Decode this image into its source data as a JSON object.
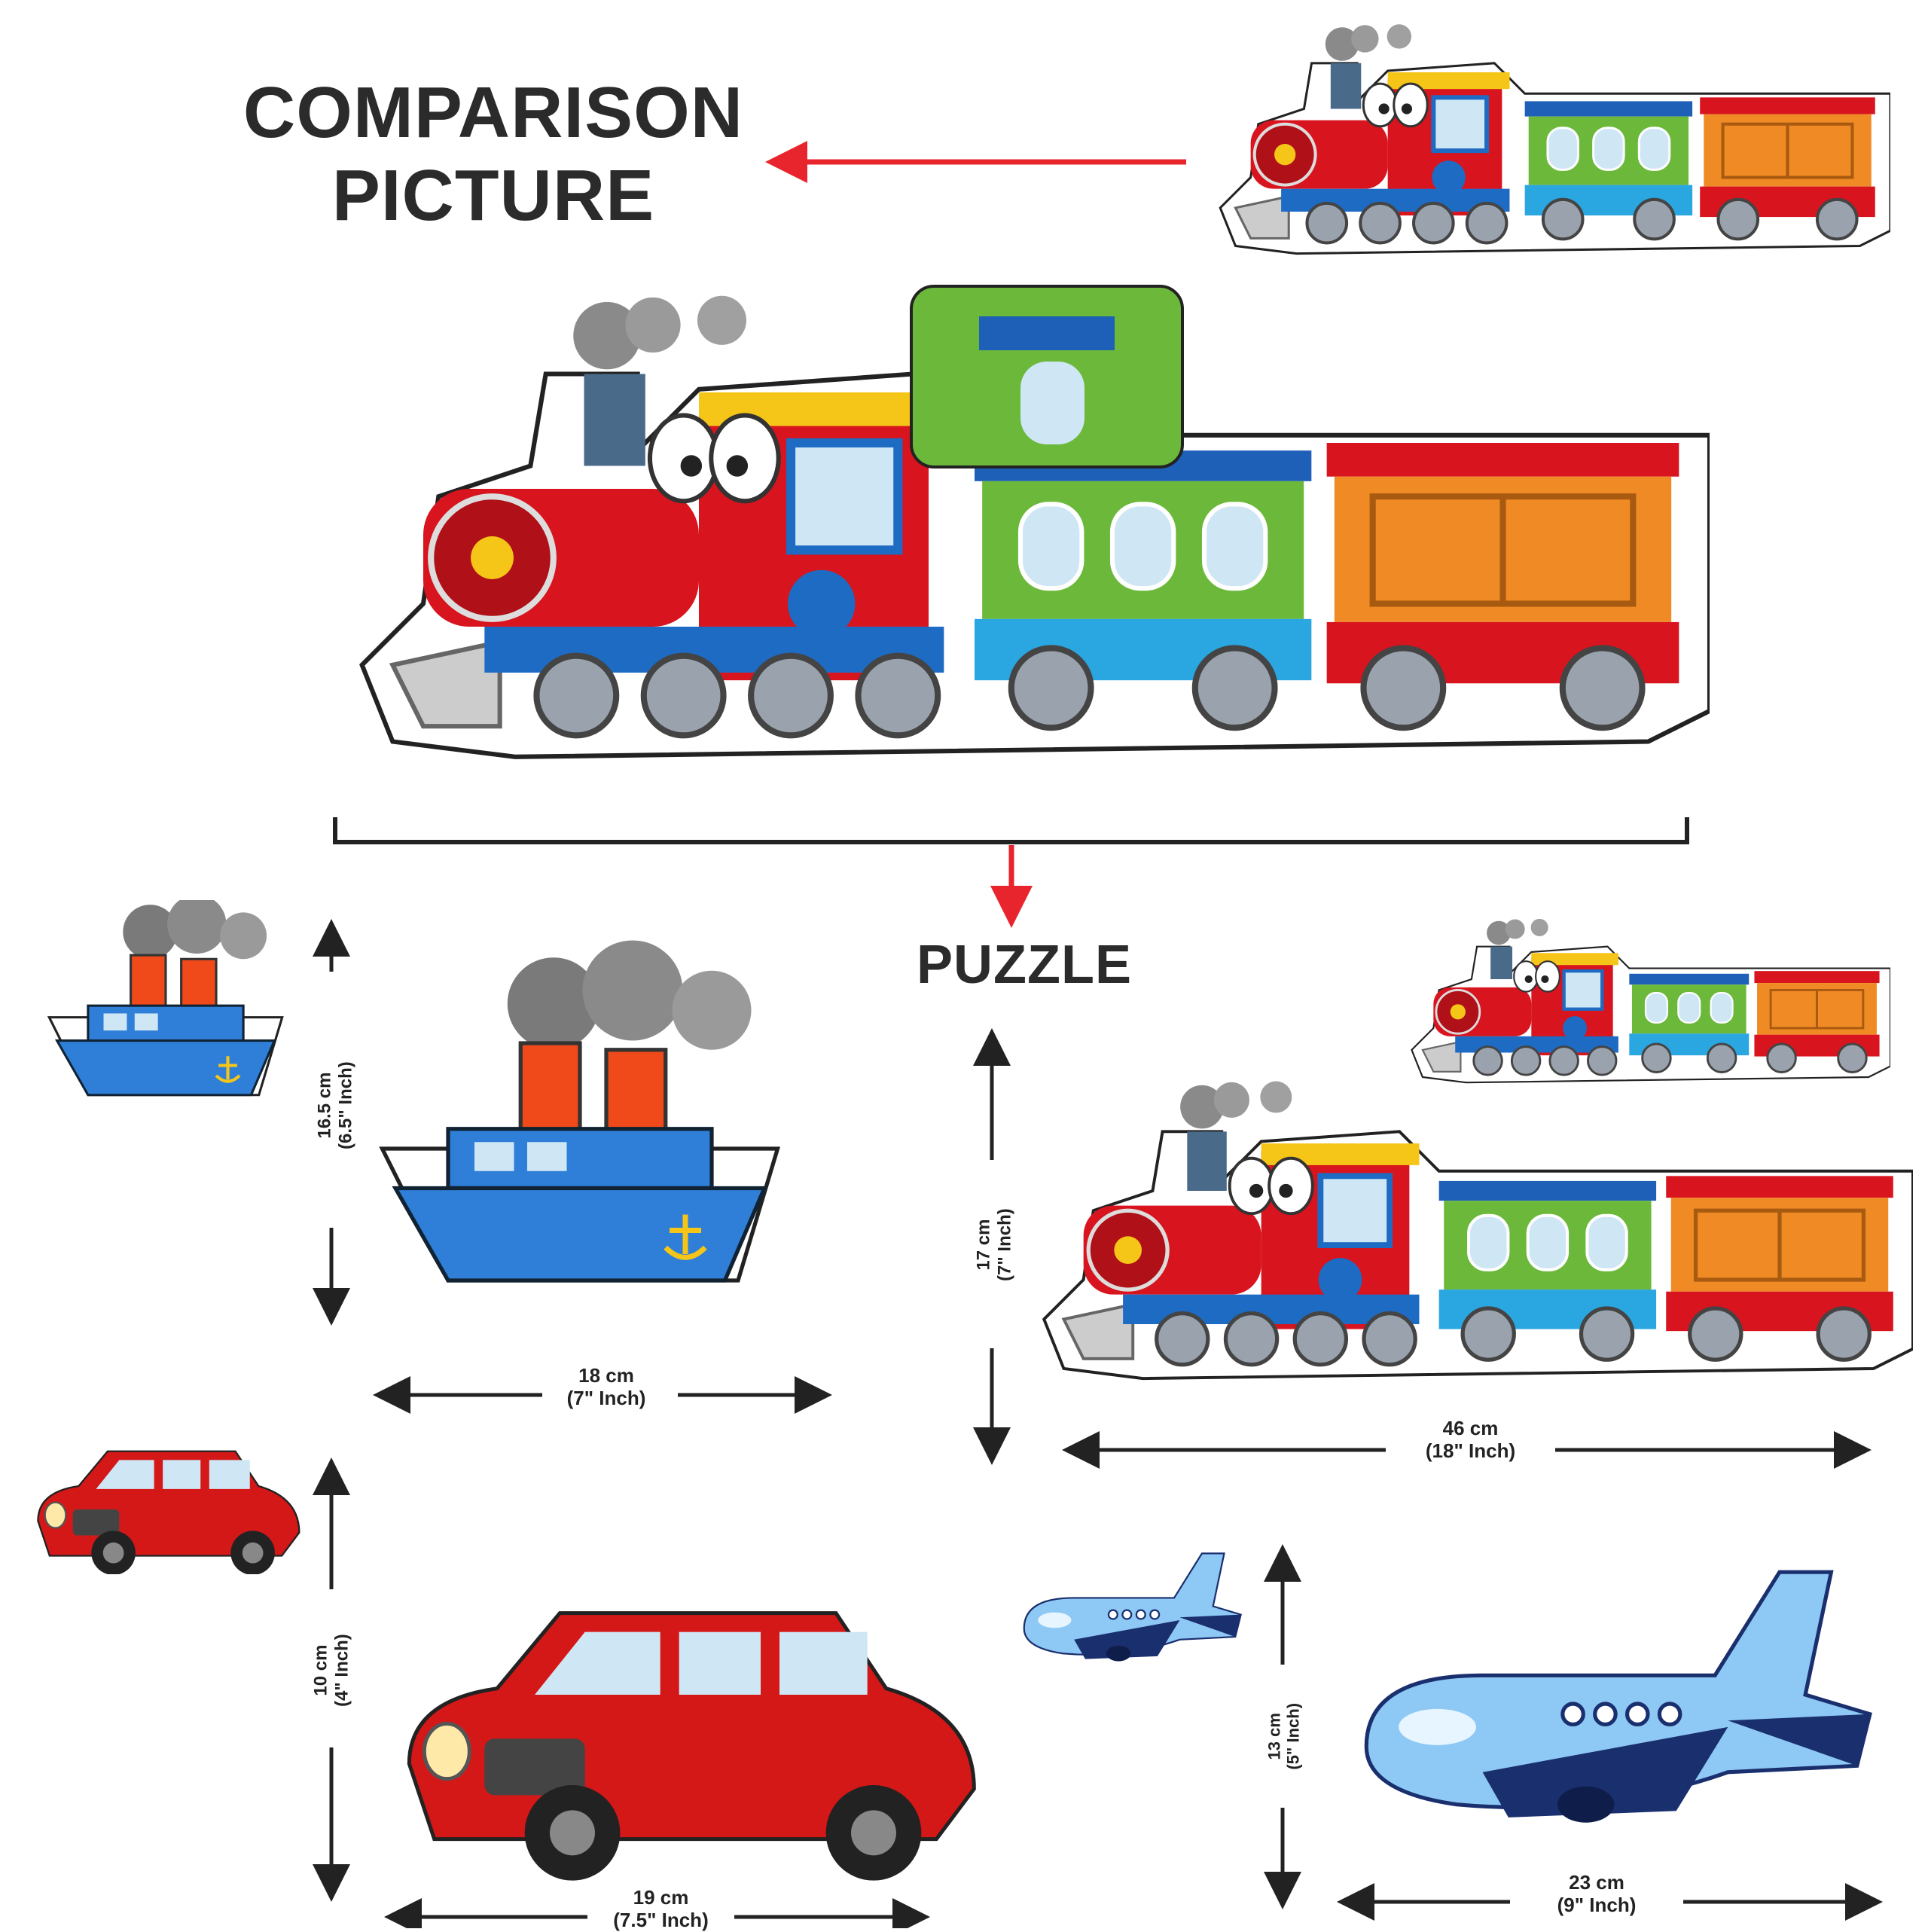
{
  "headings": {
    "comparison_line1": "COMPARISON",
    "comparison_line2": "PICTURE",
    "puzzle": "PUZZLE"
  },
  "dimensions": {
    "ship_height_cm": "16.5 cm",
    "ship_height_in": "(6.5\" Inch)",
    "ship_width_cm": "18 cm",
    "ship_width_in": "(7\" Inch)",
    "train_height_cm": "17 cm",
    "train_height_in": "(7\" Inch)",
    "train_width_cm": "46 cm",
    "train_width_in": "(18\" Inch)",
    "car_height_cm": "10 cm",
    "car_height_in": "(4\" Inch)",
    "car_width_cm": "19 cm",
    "car_width_in": "(7.5\" Inch)",
    "plane_height_cm": "13 cm",
    "plane_height_in": "(5\" Inch)",
    "plane_width_cm": "23 cm",
    "plane_width_in": "(9\" Inch)"
  },
  "colors": {
    "arrow_red": "#e8242c",
    "train_red": "#d8141e",
    "train_blue": "#1e6bc4",
    "wagon_green": "#6cb83a",
    "wagon_orange": "#f08a24",
    "ship_blue": "#2f7fd8",
    "car_red": "#d41818",
    "plane_blue": "#8ec8f4",
    "smoke_gray": "#7a7a7a"
  },
  "icons": [
    "steam-train-icon",
    "steam-ship-icon",
    "mini-car-icon",
    "airplane-icon",
    "dimension-arrow-icon"
  ]
}
